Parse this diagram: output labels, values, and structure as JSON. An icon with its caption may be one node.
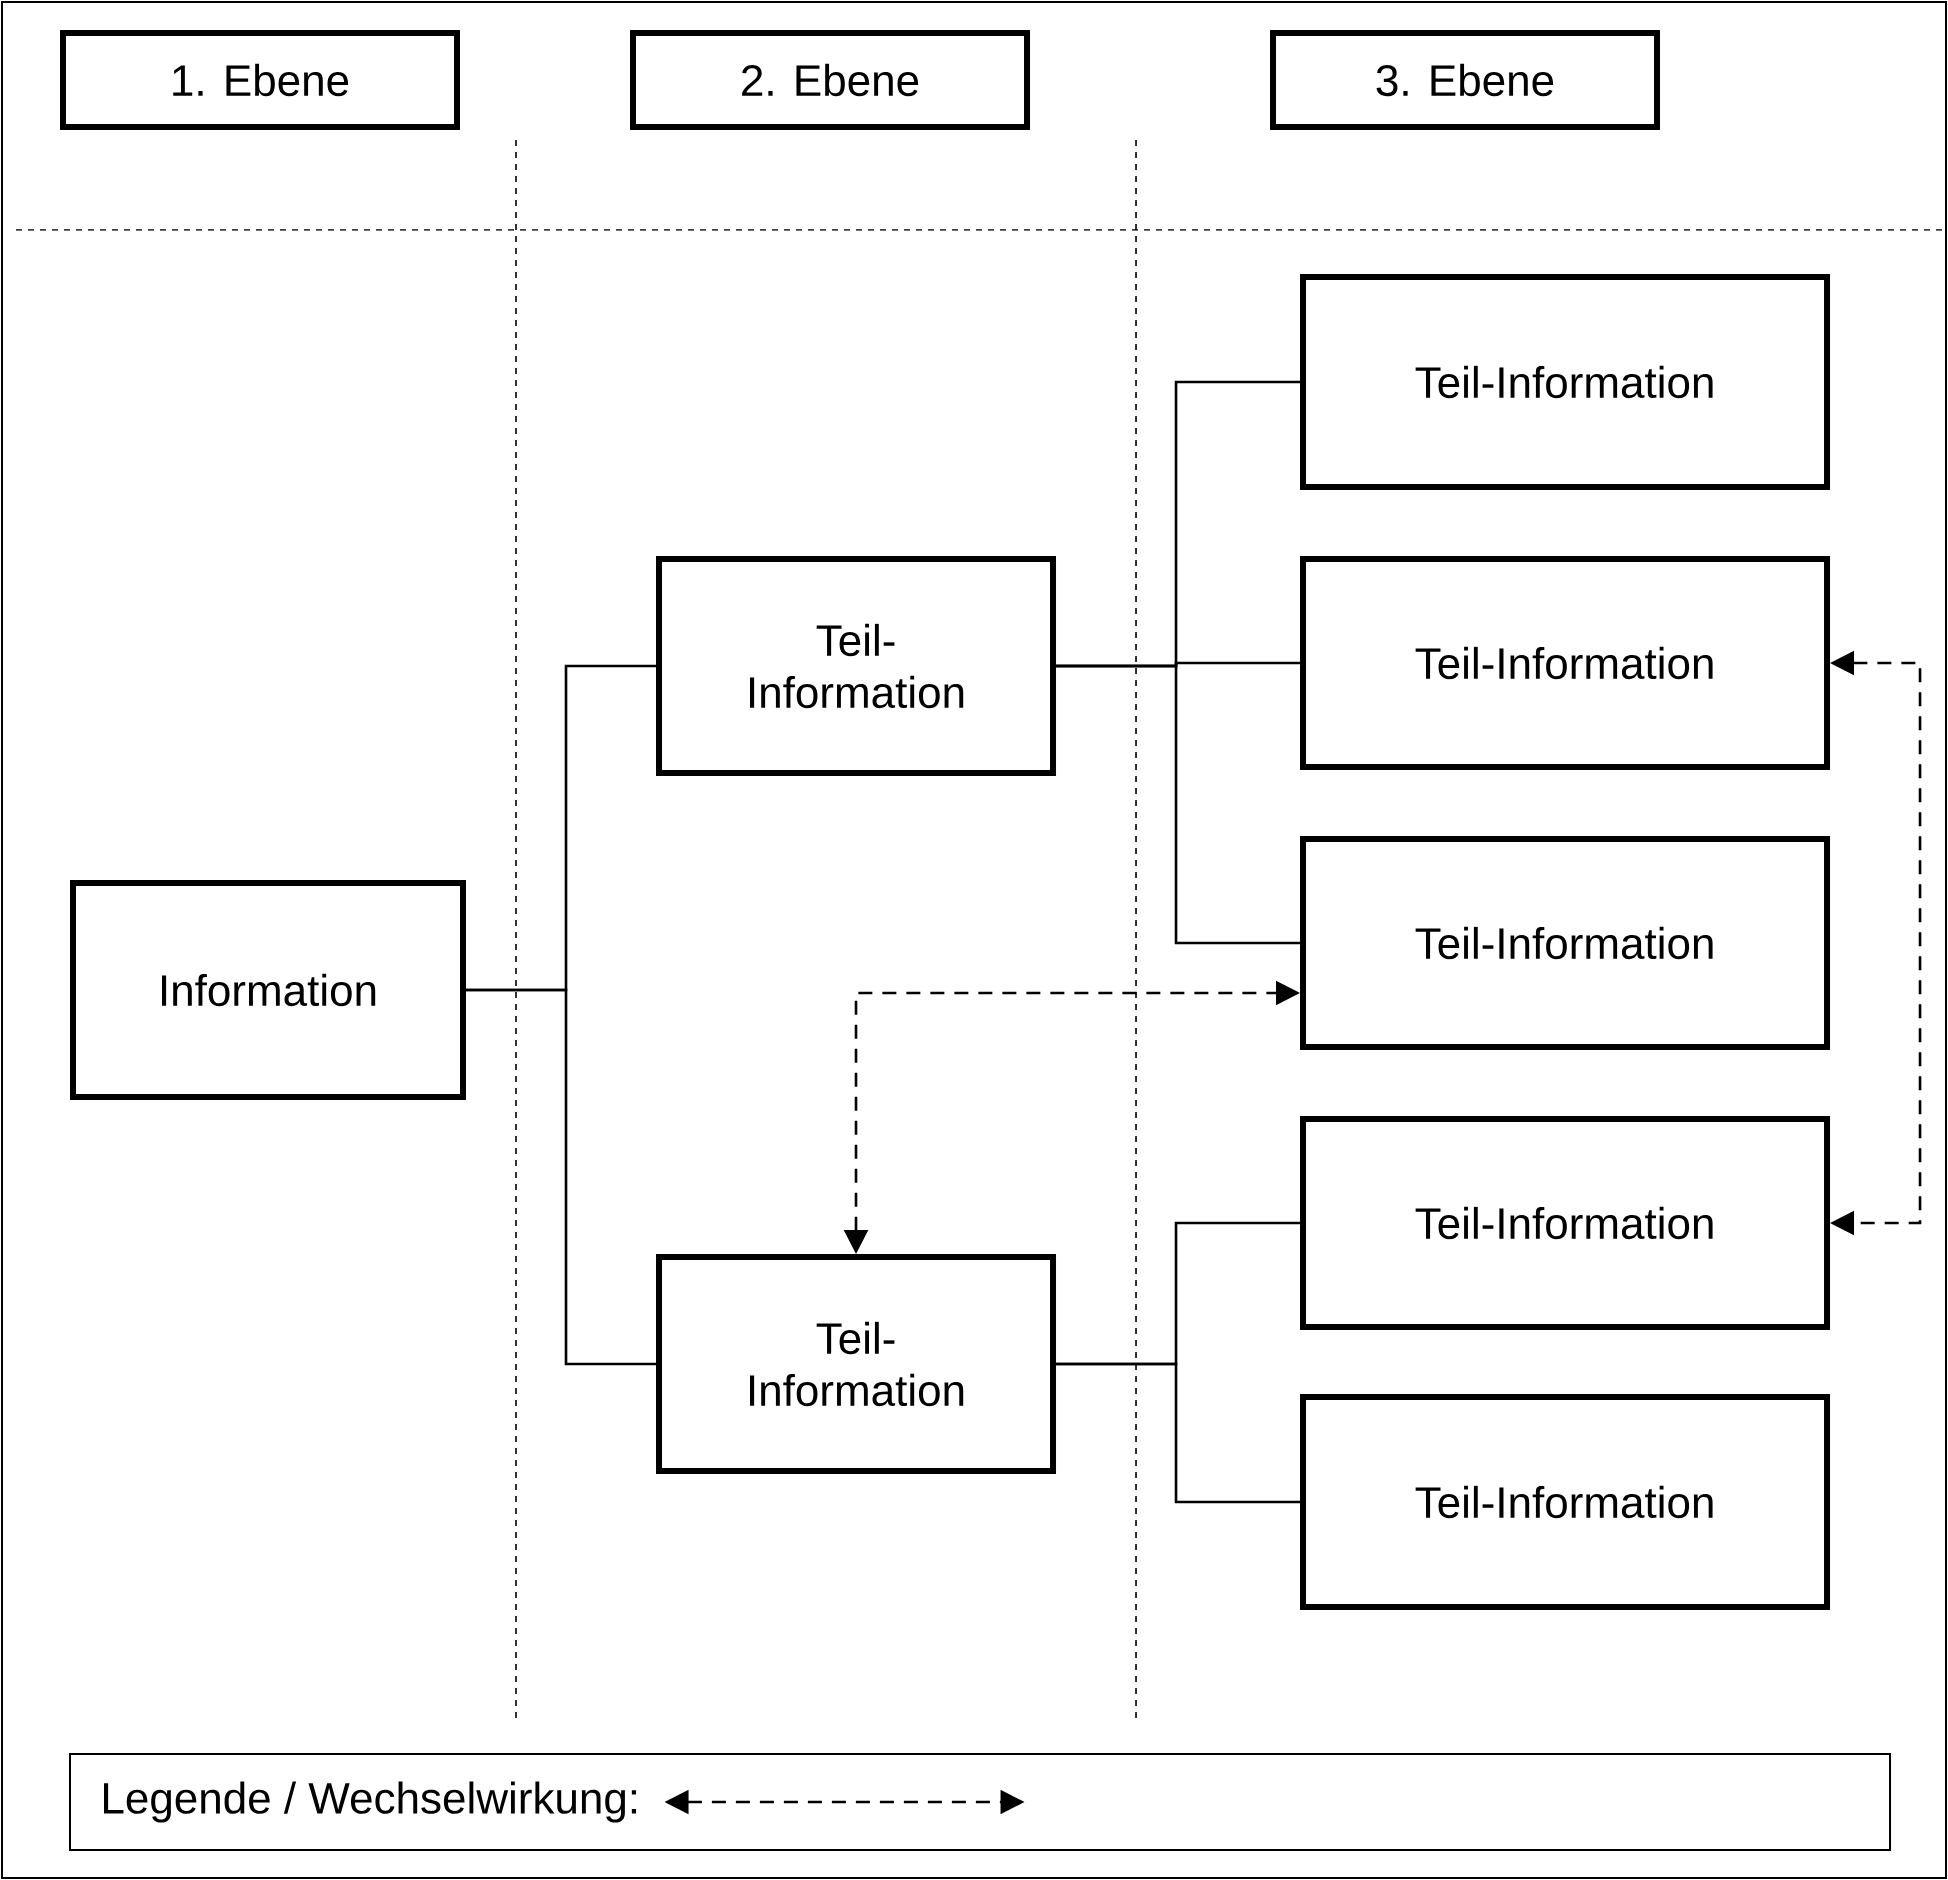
{
  "diagram": {
    "nodes": [
      {
        "text": [
          "1. Ebene"
        ]
      },
      {
        "text": [
          "2. Ebene"
        ]
      },
      {
        "text": [
          "3. Ebene"
        ]
      },
      {
        "text": [
          "Information"
        ]
      },
      {
        "text": [
          "Teil-Information"
        ]
      },
      {
        "text": [
          "Teil-Information"
        ]
      },
      {
        "text": [
          "Teil-Information"
        ]
      },
      {
        "text": [
          "Teil-Information"
        ]
      },
      {
        "text": [
          "Teil-Information"
        ]
      },
      {
        "text": [
          "Teil-Information"
        ]
      },
      {
        "text": [
          "Teil-Information"
        ]
      }
    ],
    "edges": [
      {
        "from": 3,
        "to": 4,
        "arrow": "none"
      },
      {
        "from": 3,
        "to": 5,
        "arrow": "none"
      },
      {
        "from": 4,
        "to": 6,
        "arrow": "none"
      },
      {
        "from": 4,
        "to": 7,
        "arrow": "none"
      },
      {
        "from": 4,
        "to": 8,
        "arrow": "none"
      },
      {
        "from": 5,
        "to": 9,
        "arrow": "none"
      },
      {
        "from": 5,
        "to": 10,
        "arrow": "none"
      },
      {
        "from": 5,
        "to": 8,
        "arrow": "both",
        "style": "dashed"
      },
      {
        "from": 7,
        "to": 9,
        "arrow": "both",
        "style": "dashed"
      }
    ],
    "legend": [
      {
        "text": "Legende / Wechselwirkung:"
      }
    ]
  }
}
